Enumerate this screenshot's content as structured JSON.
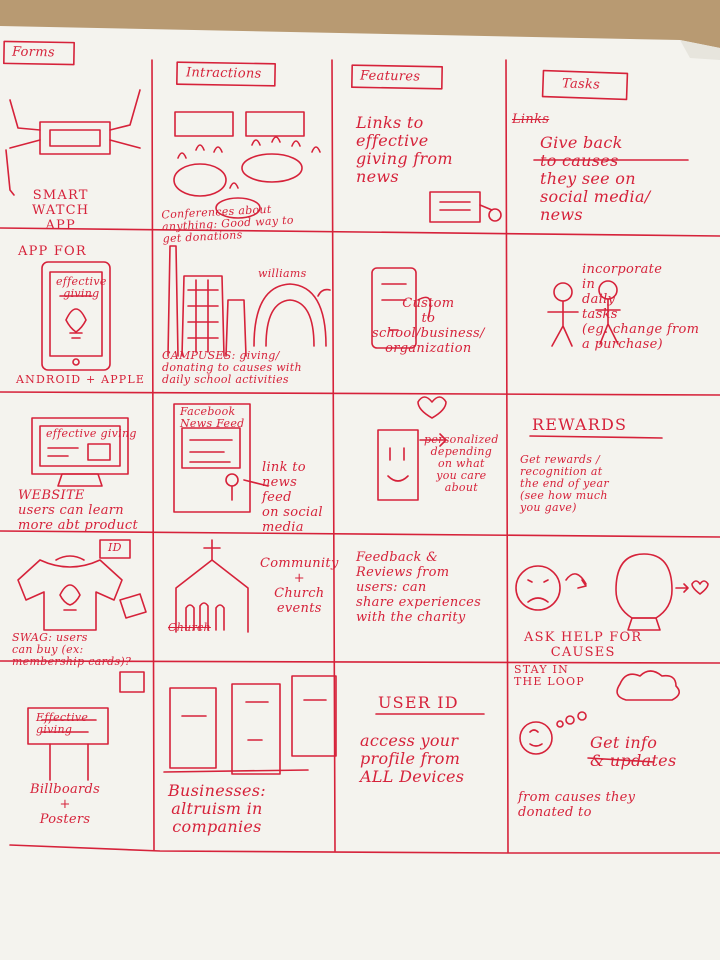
{
  "headers": {
    "forms": "Forms",
    "interactions": "Intractions",
    "features": "Features",
    "tasks": "Tasks"
  },
  "row1": {
    "form": "SMART\nWATCH\nAPP",
    "interaction": "Conferences about\nanything: Good way to\nget donations",
    "feature": "Links to\neffective\ngiving from\nnews",
    "task_struck": "Links",
    "task": "Give back\nto causes\nthey see on\nsocial media/\nnews"
  },
  "row2": {
    "form_top": "APP  FOR",
    "form_screen": "effective\ngiving",
    "form_bottom": "ANDROID + APPLE",
    "interaction_label": "williams",
    "interaction": "CAMPUSES: giving/\ndonating to causes with\ndaily school activities",
    "feature": "Custom\nto\nschool/business/\norganization",
    "task": "incorporate\nin\ndaily\ntasks\n(eg. change from\na purchase)"
  },
  "row3": {
    "form_screen": "effective giving",
    "form": "WEBSITE\nusers can learn\nmore abt product",
    "interaction_screen": "Facebook\nNews Feed",
    "interaction": "link to\nnews\nfeed\non social\nmedia",
    "feature": "personalized\ndepending\non what\nyou care\nabout",
    "task_title": "REWARDS",
    "task": "Get rewards /\nrecognition at\nthe end of year\n(see how much\nyou gave)"
  },
  "row4": {
    "form_tag": "ID",
    "form": "SWAG: users\ncan buy (ex:\nmembership cards)?",
    "interaction_struck": "Church",
    "interaction": "Community\n+\nChurch\nevents",
    "feature": "Feedback &\nReviews from\nusers: can\nshare experiences\nwith the charity",
    "task": "ASK HELP FOR\nCAUSES"
  },
  "row5": {
    "form_board": "Effective\ngiving",
    "form": "Billboards\n+\nPosters",
    "interaction": "Businesses:\naltruism in\ncompanies",
    "feature_title": "USER ID",
    "feature": "access your\nprofile from\nALL Devices",
    "task_top": "STAY IN\nTHE LOOP",
    "task": "Get info\n& updates",
    "task_bottom": "from causes they\ndonated to"
  },
  "colors": {
    "ink": "#d6223a",
    "paper": "#f4f3ee",
    "background": "#b89a72"
  }
}
